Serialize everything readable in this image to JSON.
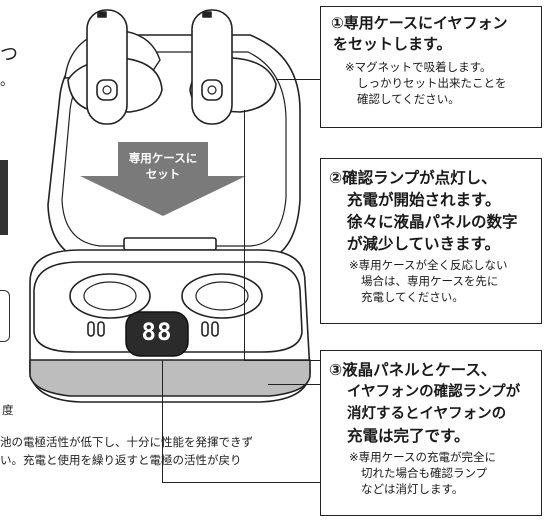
{
  "left_fragments": {
    "f1": "つ",
    "f2": "。",
    "f3": "度",
    "bottom1": "池の電極活性が低下し、十分に性能を発揮できず",
    "bottom2": "い。充電と使用を繰り返すと電極の活性が戻り"
  },
  "arrow_label": {
    "line1": "専用ケースに",
    "line2": "セット"
  },
  "display_digits": "88",
  "steps": [
    {
      "title": [
        "①専用ケースにイヤフォン",
        "をセットします。"
      ],
      "notes": [
        "※マグネットで吸着します。",
        "しっかりセット出来たことを",
        "確認してください。"
      ]
    },
    {
      "title": [
        "②確認ランプが点灯し、",
        "充電が開始されます。",
        "徐々に液晶パネルの数字",
        "が減少していきます。"
      ],
      "notes": [
        "※専用ケースが全く反応しない",
        "場合は、専用ケースを先に",
        "充電してください。"
      ]
    },
    {
      "title": [
        "③液晶パネルとケース、",
        "イヤフォンの確認ランプが",
        "消灯するとイヤフォンの",
        "充電は完了です。"
      ],
      "notes": [
        "※専用ケースの充電が完全に",
        "切れた場合も確認ランプ",
        "などは消灯します。"
      ]
    }
  ],
  "colors": {
    "line": "#222222",
    "arrow": "#7a7a7a",
    "display": "#2b2b2b",
    "digit": "#ffffff"
  }
}
